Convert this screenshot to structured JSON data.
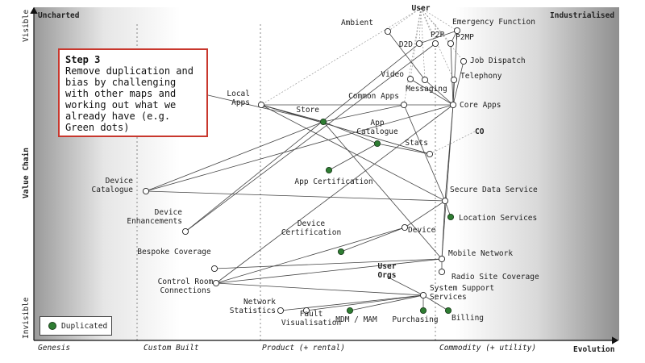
{
  "axes": {
    "y_title": "Value Chain",
    "y_top": "Visible",
    "y_bottom": "Invisible",
    "x_title": "Evolution",
    "stages": [
      "Genesis",
      "Custom Built",
      "Product (+ rental)",
      "Commodity (+ utility)"
    ],
    "corner_left": "Uncharted",
    "corner_right": "Industrialised"
  },
  "step_box": {
    "title": "Step 3",
    "body": "Remove duplication and bias by challenging with other maps and working out what we already have (e.g. Green dots)"
  },
  "legend": {
    "label": "Duplicated",
    "color": "#2e7d32"
  },
  "colors": {
    "duplicated": "#2e7d32",
    "node_fill": "#ffffff",
    "link": "#444444",
    "box_border": "#c8372d"
  },
  "nodes": [
    {
      "id": "user",
      "label": "User"
    },
    {
      "id": "ambient",
      "label": "Ambient"
    },
    {
      "id": "emergency",
      "label": "Emergency Function"
    },
    {
      "id": "d2d",
      "label": "D2D"
    },
    {
      "id": "p2p",
      "label": "P2P"
    },
    {
      "id": "p2mp",
      "label": "P2MP"
    },
    {
      "id": "jobdispatch",
      "label": "Job Dispatch"
    },
    {
      "id": "video",
      "label": "Video"
    },
    {
      "id": "telephony",
      "label": "Telephony"
    },
    {
      "id": "messaging",
      "label": "Messaging"
    },
    {
      "id": "localapps",
      "label": "Local Apps"
    },
    {
      "id": "commonapps",
      "label": "Common Apps"
    },
    {
      "id": "coreapps",
      "label": "Core Apps"
    },
    {
      "id": "store",
      "label": "Store"
    },
    {
      "id": "co",
      "label": "CO"
    },
    {
      "id": "appcat",
      "label": "App Catalogue"
    },
    {
      "id": "stats",
      "label": "Stats"
    },
    {
      "id": "appcert",
      "label": "App Certification"
    },
    {
      "id": "devcat",
      "label": "Device Catalogue"
    },
    {
      "id": "securedata",
      "label": "Secure Data Service"
    },
    {
      "id": "location",
      "label": "Location Services"
    },
    {
      "id": "devenh",
      "label": "Device Enhancements"
    },
    {
      "id": "device",
      "label": "Device"
    },
    {
      "id": "devcert",
      "label": "Device Certification"
    },
    {
      "id": "bespoke",
      "label": "Bespoke Coverage"
    },
    {
      "id": "mobilenet",
      "label": "Mobile Network"
    },
    {
      "id": "radiosite",
      "label": "Radio Site Coverage"
    },
    {
      "id": "controlroom",
      "label": "Control Room Connections"
    },
    {
      "id": "userorgs",
      "label": "User Orgs"
    },
    {
      "id": "syssupport",
      "label": "System Support Services"
    },
    {
      "id": "netstats",
      "label": "Network Statistics"
    },
    {
      "id": "faultvis",
      "label": "Fault Visualisation"
    },
    {
      "id": "mdm",
      "label": "MDM / MAM"
    },
    {
      "id": "purchasing",
      "label": "Purchasing"
    },
    {
      "id": "billing",
      "label": "Billing"
    }
  ],
  "duplicated": [
    "store",
    "appcat",
    "appcert",
    "location",
    "devcert",
    "mdm",
    "purchasing",
    "billing"
  ]
}
